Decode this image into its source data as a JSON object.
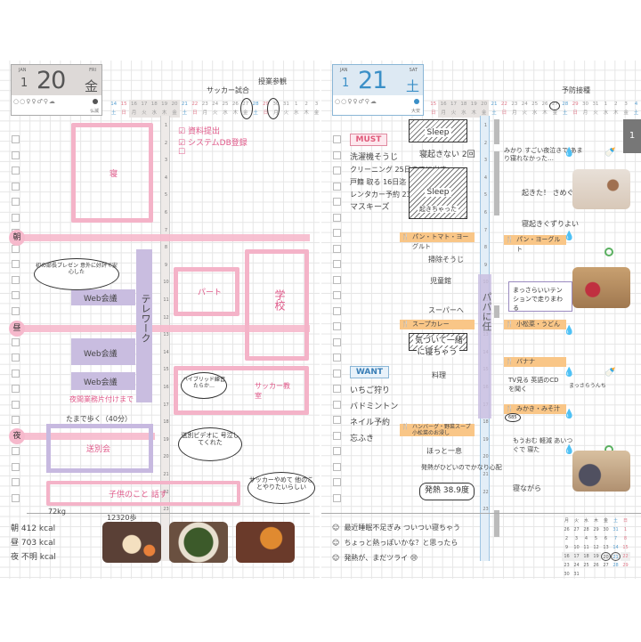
{
  "left_page": {
    "date": {
      "month_en": "JAN",
      "month": "1",
      "day": "20",
      "weekday_en": "FRI",
      "weekday_jp": "金",
      "rokuyo": "仏滅"
    },
    "weather_icons": "○○♀♀♂⚲☁",
    "strip_dates": [
      "14",
      "15",
      "16",
      "17",
      "18",
      "19",
      "20",
      "21",
      "22",
      "23",
      "24",
      "25",
      "26",
      "27",
      "28",
      "29",
      "30",
      "31",
      "1",
      "2",
      "3",
      "4",
      "5",
      "6"
    ],
    "strip_days": [
      "土",
      "日",
      "月",
      "火",
      "水",
      "木",
      "金",
      "土",
      "日",
      "月",
      "火",
      "水",
      "木",
      "金",
      "土",
      "日",
      "月",
      "火",
      "水",
      "木",
      "金",
      "土",
      "日",
      "月"
    ],
    "week_label": "w",
    "annotations": {
      "soccer_match": "サッカー試合",
      "class_visit": "授業参観"
    },
    "hours": [
      "1",
      "2",
      "3",
      "4",
      "5",
      "6",
      "7",
      "8",
      "9",
      "10",
      "11",
      "12",
      "13",
      "14",
      "15",
      "16",
      "17",
      "18",
      "19",
      "20",
      "21",
      "22",
      "23"
    ],
    "markers": {
      "morning": "朝",
      "noon": "昼",
      "night": "夜"
    },
    "todos": [
      {
        "label": "資料提出",
        "checked": true
      },
      {
        "label": "システムDB登録",
        "checked": true
      },
      {
        "label": "",
        "checked": false
      }
    ],
    "schedule": {
      "sleep": "寝",
      "telework": "テレワーク",
      "web_meeting_1": "Web会議",
      "web_meeting_2": "Web会議",
      "web_meeting_3": "Web会議",
      "part": "パート",
      "school": "学校",
      "soccer_class": "サッカー教室",
      "farewell": "送別会",
      "kids_talk": "子供のこと 話す",
      "settle_time": "夜間業務片付けまで",
      "walk": "たまで歩く（40分）"
    },
    "bubbles": {
      "presentation": "初の部長プレゼン 意外に好評で安心した",
      "hybrid": "ハイブリッド練習たらか…",
      "farewell_video": "送別ビデオに 号泣してくれた",
      "soccer_quit": "サッカーやめて 他のことやりたいらしい"
    },
    "weight": "72kg",
    "steps": "12320歩",
    "meals": [
      {
        "label": "朝",
        "value": "412 kcal"
      },
      {
        "label": "昼",
        "value": "703 kcal"
      },
      {
        "label": "夜",
        "value": "不明 kcal"
      }
    ]
  },
  "right_page": {
    "date": {
      "month_en": "JAN",
      "month": "1",
      "day": "21",
      "weekday_en": "SAT",
      "weekday_jp": "土",
      "rokuyo": "大安"
    },
    "weather_icons": "○○♀♀♂⚲☁",
    "strip_dates": [
      "15",
      "16",
      "17",
      "18",
      "19",
      "20",
      "21",
      "22",
      "23",
      "24",
      "25",
      "26",
      "27",
      "28",
      "29",
      "30",
      "31",
      "1",
      "2",
      "3",
      "4",
      "5",
      "6",
      "7"
    ],
    "strip_days": [
      "日",
      "月",
      "火",
      "水",
      "木",
      "金",
      "土",
      "日",
      "月",
      "火",
      "水",
      "木",
      "金",
      "土",
      "日",
      "月",
      "火",
      "水",
      "木",
      "金",
      "土",
      "日",
      "月",
      "火"
    ],
    "week_label": "w",
    "annotations": {
      "vaccination": "予防接種"
    },
    "tab_label": "1",
    "must_label": "MUST",
    "must_items": [
      "洗濯機そうじ",
      "クリーニング 25日までに出す",
      "戸籍 取る 16日迄",
      "レンタカー予約 23,800円",
      "マスキーズ"
    ],
    "want_label": "WANT",
    "want_items": [
      "いちご狩り",
      "バドミントン",
      "ネイル予約",
      "忘ふき"
    ],
    "schedule": {
      "sleep1": "Sleep",
      "interruption": "寝起きない 2回",
      "sleep2": "Sleep",
      "sleep2_note": "起きちゃった",
      "breakfast": "パン・トマト・ヨーグルト",
      "cleaning": "掃除そうじ",
      "kids_hall": "児童館",
      "supermarket": "スーパーへ",
      "lunch": "スープカレー",
      "nap": "気づいて一緒に寝ちゃう",
      "cooking": "料理",
      "dad_duty": "パパに任",
      "dinner": "ハンバーグ・野菜スープ 小松菜のお浸し",
      "ugh": "ほっと一息",
      "fever_note": "発熱がひどいのでかなり心配",
      "fever": "発熱 38.9度"
    },
    "baby_log": [
      {
        "time": "1",
        "text": "みかり すごい夜泣きで あまり寝れなかった…"
      },
      {
        "time": "4",
        "text": "起きた！ さめぐ"
      },
      {
        "time": "6",
        "text": "寝起きぐずりよい"
      },
      {
        "time": "7",
        "text": "パン・ヨーグルト"
      },
      {
        "time": "10",
        "text": "まっさらいいテンションで走りまわる"
      },
      {
        "time": "12",
        "text": "小松菜・うどん"
      },
      {
        "time": "14",
        "text": "バナナ"
      },
      {
        "time": "15",
        "text": "TV見る 英語のCDを聞く"
      },
      {
        "time": "16",
        "text": "みかき・みそ汁"
      },
      {
        "time": "19",
        "text": "もうおむ 軽減 あいつぐで 寝た"
      },
      {
        "time": "22",
        "text": "寝ながら"
      }
    ],
    "misc": {
      "poop_note": "まっさらうんち",
      "num_note": "685"
    },
    "notes": [
      "最近睡眠不足ぎみ ついつい寝ちゃう",
      "ちょっと熱っぽいかな？と思ったら",
      "発熱が、まだツライ 😢"
    ],
    "mini_calendar": {
      "header": [
        "月",
        "火",
        "水",
        "木",
        "金",
        "土",
        "日"
      ],
      "rows": [
        [
          "26",
          "27",
          "28",
          "29",
          "30",
          "31",
          "1"
        ],
        [
          "2",
          "3",
          "4",
          "5",
          "6",
          "7",
          "8"
        ],
        [
          "9",
          "10",
          "11",
          "12",
          "13",
          "14",
          "15"
        ],
        [
          "16",
          "17",
          "18",
          "19",
          "20",
          "21",
          "22"
        ],
        [
          "23",
          "24",
          "25",
          "26",
          "27",
          "28",
          "29"
        ],
        [
          "30",
          "31",
          "",
          "",
          "",
          "",
          ""
        ]
      ],
      "circled": [
        "20",
        "21"
      ]
    }
  },
  "colors": {
    "pink": "#f4b3c8",
    "purple": "#c7b9e0",
    "orange": "#f9c687",
    "blue": "#3a8fc7",
    "gray": "#ddd9d7"
  }
}
